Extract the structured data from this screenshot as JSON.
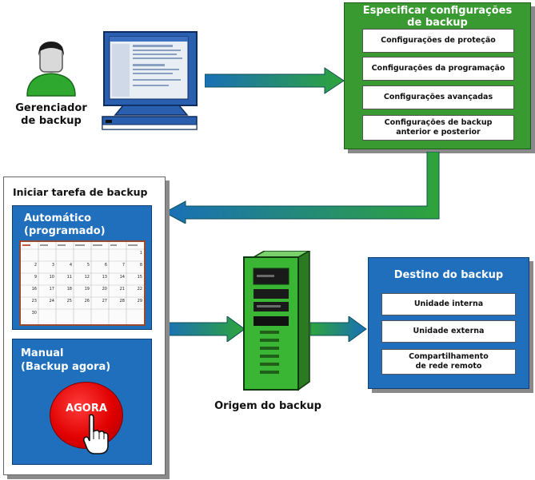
{
  "manager": {
    "label_line1": "Gerenciador",
    "label_line2": "de backup"
  },
  "config": {
    "title_line1": "Especificar configurações",
    "title_line2": "de backup",
    "items": [
      {
        "line1": "Configurações de proteção",
        "line2": ""
      },
      {
        "line1": "Configurações da programação",
        "line2": ""
      },
      {
        "line1": "Configurações avançadas",
        "line2": ""
      },
      {
        "line1": "Configurações de backup",
        "line2": "anterior e posterior"
      }
    ]
  },
  "start_task": {
    "title": "Iniciar tarefa de backup",
    "automatic": {
      "line1": "Automático",
      "line2": "(programado)"
    },
    "manual": {
      "line1": "Manual",
      "line2": "(Backup agora)",
      "button": "AGORA"
    }
  },
  "source": {
    "label": "Origem do backup"
  },
  "destination": {
    "title": "Destino do backup",
    "items": [
      {
        "line1": "Unidade interna",
        "line2": ""
      },
      {
        "line1": "Unidade externa",
        "line2": ""
      },
      {
        "line1": "Compartilhamento",
        "line2": "de rede remoto"
      }
    ]
  },
  "colors": {
    "green": "#3a9a32",
    "blue": "#1f6fbd",
    "arrow_green": "#2ea43a",
    "arrow_blue": "#1a6fb8"
  }
}
